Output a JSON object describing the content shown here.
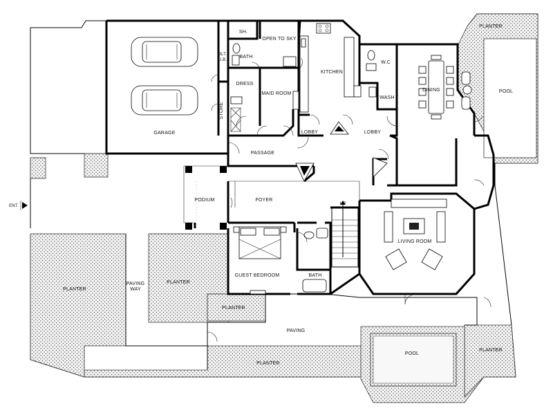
{
  "labels": {
    "planter_top_right": "PLANTER",
    "pool_right": "POOL",
    "sh": "SH.",
    "open_to_sky": "OPEN TO SKY",
    "bath_upper": "BATH",
    "bltdb": "BLT.\nD.B.",
    "dress": "DRESS",
    "maid_room": "MAID ROOM",
    "kitchen": "KITCHEN",
    "wc": "W.C",
    "wash": "WASH",
    "dining": "DINING",
    "store": "STORE",
    "garage": "GARAGE",
    "lobby_left": "LOBBY",
    "lobby_right": "LOBBY",
    "passage": "PASSAGE",
    "ent": "ENT.",
    "podium": "PODIUM",
    "foyer": "FOYER",
    "up": "UP",
    "living_room": "LIVING ROOM",
    "planter_big_left": "PLANTER",
    "paving_way": "PAVING\nWAY",
    "planter_mid": "PLANTER",
    "guest_bedroom": "GUEST BEDROOM",
    "bath_lower": "BATH",
    "planter_small": "PLANTER",
    "paving": "PAVING",
    "pool_bottom": "POOL",
    "planter_bottom_right": "PLANTER",
    "planter_bottom": "PLANTER"
  }
}
